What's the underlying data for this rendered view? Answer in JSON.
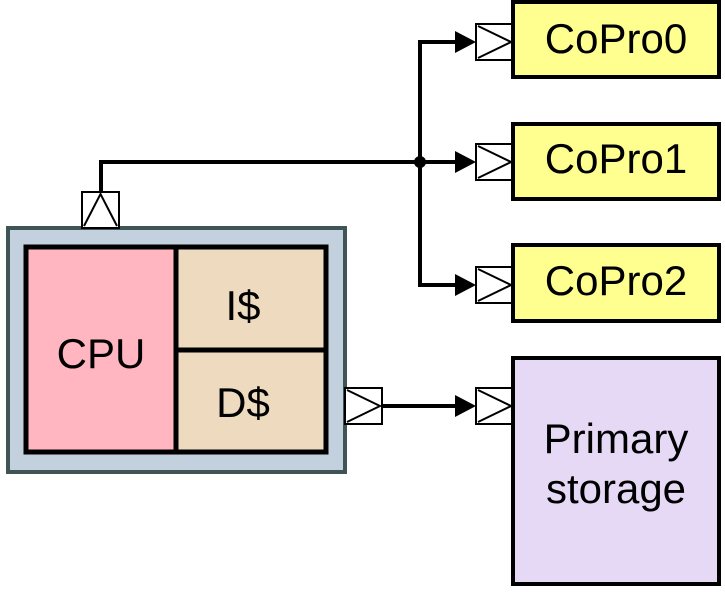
{
  "cpu_module": {
    "cpu_label": "CPU",
    "icache_label": "I$",
    "dcache_label": "D$"
  },
  "coprocessors": [
    {
      "label": "CoPro0"
    },
    {
      "label": "CoPro1"
    },
    {
      "label": "CoPro2"
    }
  ],
  "primary_storage": {
    "line1": "Primary",
    "line2": "storage"
  },
  "colors": {
    "module_frame": "#C3D0DD",
    "module_frame_border": "#3F5555",
    "cpu_fill": "#FFB6C1",
    "cache_fill": "#EDDABF",
    "copro_fill": "#FFFF8F",
    "storage_fill": "#E6D9F6",
    "port_fill": "#FFFFFF",
    "line": "#000000"
  }
}
